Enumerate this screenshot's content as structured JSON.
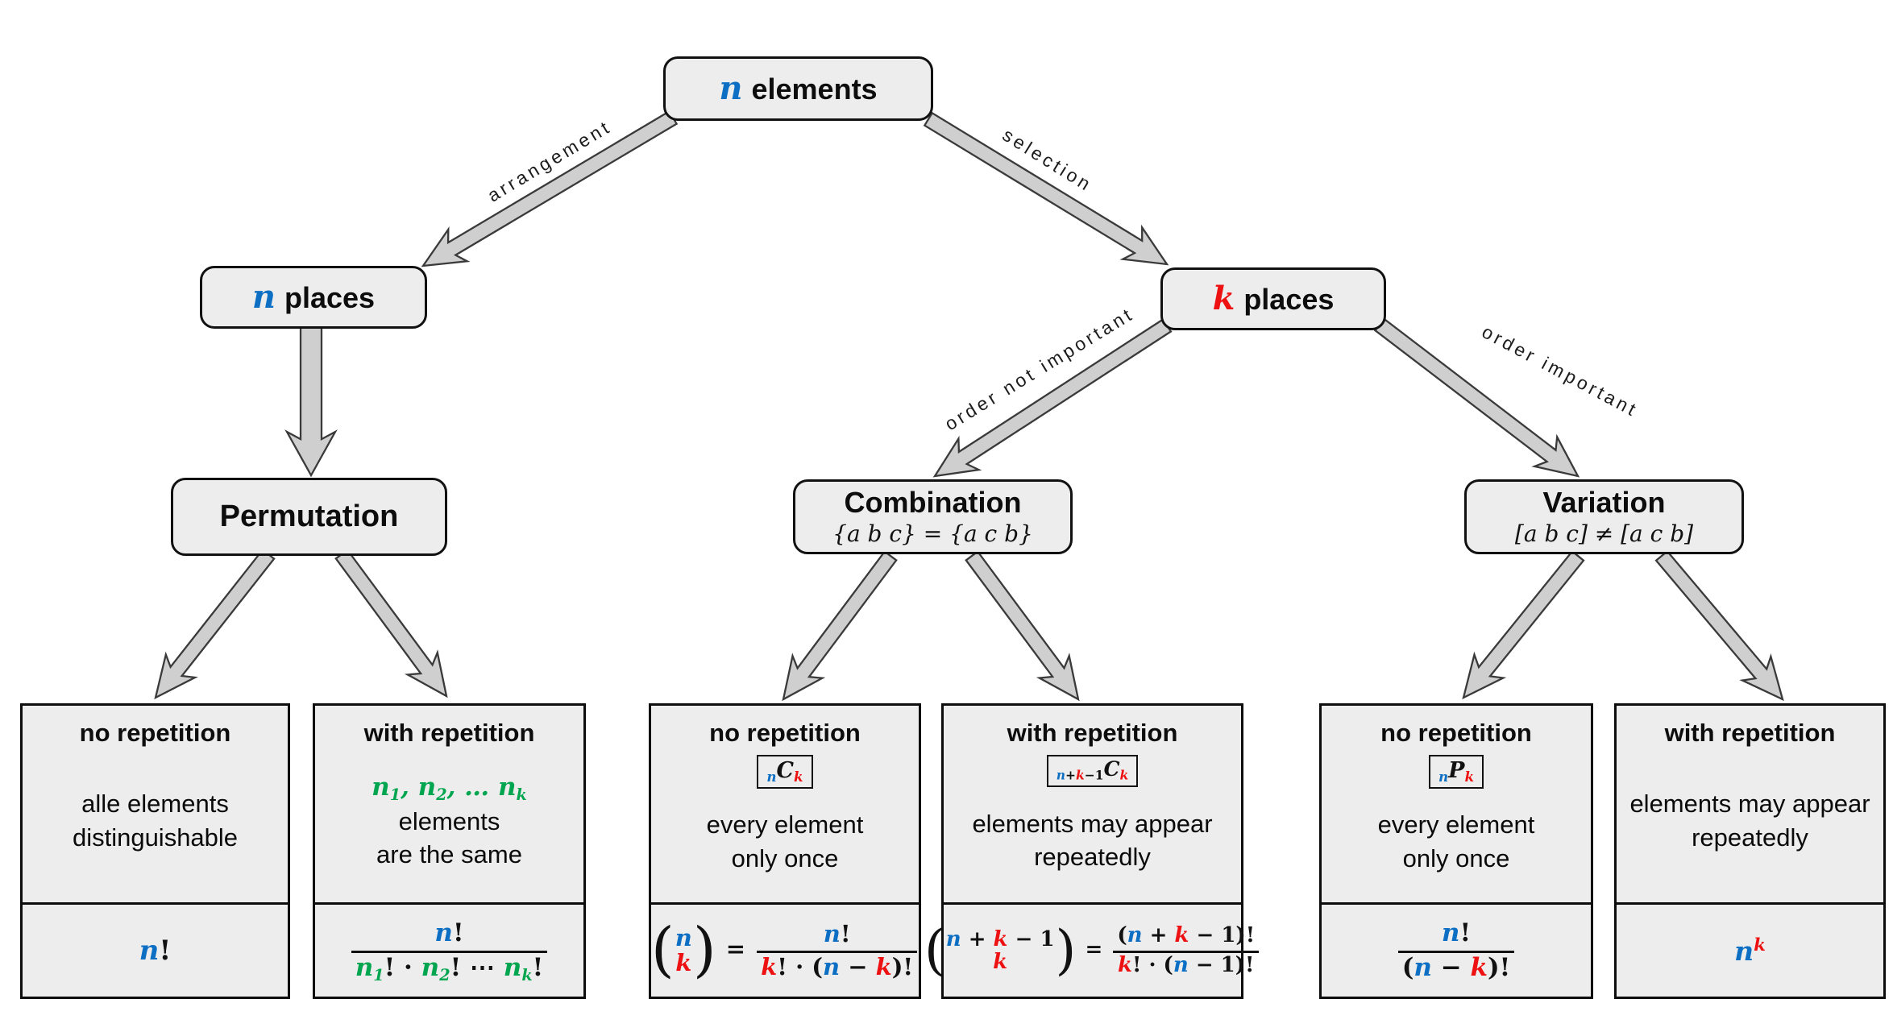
{
  "colors": {
    "blue": "#0d6fc4",
    "red": "#ee1111",
    "green": "#00a550",
    "box_fill": "#ededed",
    "arrow_fill": "#cfcfcf",
    "arrow_stroke": "#3a3a3a"
  },
  "nodes": {
    "root": {
      "var": "n",
      "label": "elements"
    },
    "n_places": {
      "var": "n",
      "label": "places"
    },
    "k_places": {
      "var": "k",
      "label": "places"
    },
    "permutation": {
      "title": "Permutation"
    },
    "combination": {
      "title": "Combination",
      "subtitle": "{a b c} = {a c b}"
    },
    "variation": {
      "title": "Variation",
      "subtitle": "[a b c] ≠ [a c b]"
    }
  },
  "edges": {
    "arrangement": "arrangement",
    "selection": "selection",
    "order_not_important": "order not important",
    "order_important": "order important"
  },
  "leaves": [
    {
      "header": "no repetition",
      "desc1": "alle elements",
      "desc2": "distinguishable",
      "formula": {
        "row": [
          {
            "s": "n",
            "c": "n"
          },
          {
            "s": "!"
          }
        ]
      }
    },
    {
      "header": "with repetition",
      "desc_math": [
        {
          "s": "n",
          "c": "g"
        },
        {
          "s": "1",
          "c": "g",
          "sub": 1
        },
        {
          "s": ", ",
          "c": "g"
        },
        {
          "s": "n",
          "c": "g"
        },
        {
          "s": "2",
          "c": "g",
          "sub": 1
        },
        {
          "s": ", … ",
          "c": "g"
        },
        {
          "s": "n",
          "c": "g"
        },
        {
          "s": "k",
          "c": "g",
          "sub": 1
        }
      ],
      "desc_tail": " elements",
      "desc2": "are the same",
      "formula": {
        "frac": {
          "num": [
            {
              "s": "n",
              "c": "n"
            },
            {
              "s": "!"
            }
          ],
          "den": [
            {
              "s": "n",
              "c": "g"
            },
            {
              "s": "1",
              "c": "g",
              "sub": 1
            },
            {
              "s": "! · "
            },
            {
              "s": "n",
              "c": "g"
            },
            {
              "s": "2",
              "c": "g",
              "sub": 1
            },
            {
              "s": "! ⋯ "
            },
            {
              "s": "n",
              "c": "g"
            },
            {
              "s": "k",
              "c": "g",
              "sub": 1
            },
            {
              "s": "!"
            }
          ]
        }
      }
    },
    {
      "header": "no repetition",
      "symbol": {
        "row": [
          {
            "s": "n",
            "c": "n",
            "sub": 1
          },
          {
            "s": "C",
            "c": "b"
          },
          {
            "s": "k",
            "c": "k",
            "sub": 1
          }
        ]
      },
      "desc1": "every element",
      "desc2": "only once",
      "formula": {
        "row": [
          {
            "binom": {
              "top": [
                {
                  "s": "n",
                  "c": "n"
                }
              ],
              "bot": [
                {
                  "s": "k",
                  "c": "k"
                }
              ]
            }
          },
          {
            "s": " = "
          },
          {
            "frac": {
              "num": [
                {
                  "s": "n",
                  "c": "n"
                },
                {
                  "s": "!"
                }
              ],
              "den": [
                {
                  "s": "k",
                  "c": "k"
                },
                {
                  "s": "! · ("
                },
                {
                  "s": "n",
                  "c": "n"
                },
                {
                  "s": " − "
                },
                {
                  "s": "k",
                  "c": "k"
                },
                {
                  "s": ")!"
                }
              ]
            }
          }
        ]
      }
    },
    {
      "header": "with repetition",
      "symbol": {
        "row": [
          {
            "s": "n",
            "c": "n",
            "sub": 1
          },
          {
            "s": "+",
            "sub": 1
          },
          {
            "s": "k",
            "c": "k",
            "sub": 1
          },
          {
            "s": "−1",
            "sub": 1
          },
          {
            "s": "C",
            "c": "b"
          },
          {
            "s": "k",
            "c": "k",
            "sub": 1
          }
        ]
      },
      "desc1": "elements may appear",
      "desc2": "repeatedly",
      "formula": {
        "row": [
          {
            "binom": {
              "top": [
                {
                  "s": "n",
                  "c": "n"
                },
                {
                  "s": " + "
                },
                {
                  "s": "k",
                  "c": "k"
                },
                {
                  "s": " − 1"
                }
              ],
              "bot": [
                {
                  "s": "k",
                  "c": "k"
                }
              ]
            }
          },
          {
            "s": " = "
          },
          {
            "frac": {
              "num": [
                {
                  "s": "("
                },
                {
                  "s": "n",
                  "c": "n"
                },
                {
                  "s": " + "
                },
                {
                  "s": "k",
                  "c": "k"
                },
                {
                  "s": " − 1)!"
                }
              ],
              "den": [
                {
                  "s": "k",
                  "c": "k"
                },
                {
                  "s": "! · ("
                },
                {
                  "s": "n",
                  "c": "n"
                },
                {
                  "s": " − 1)!"
                }
              ]
            }
          }
        ]
      }
    },
    {
      "header": "no repetition",
      "symbol": {
        "row": [
          {
            "s": "n",
            "c": "n",
            "sub": 1
          },
          {
            "s": "P",
            "c": "b"
          },
          {
            "s": "k",
            "c": "k",
            "sub": 1
          }
        ]
      },
      "desc1": "every element",
      "desc2": "only once",
      "formula": {
        "frac": {
          "num": [
            {
              "s": "n",
              "c": "n"
            },
            {
              "s": "!"
            }
          ],
          "den": [
            {
              "s": "("
            },
            {
              "s": "n",
              "c": "n"
            },
            {
              "s": " − "
            },
            {
              "s": "k",
              "c": "k"
            },
            {
              "s": ")!"
            }
          ]
        }
      }
    },
    {
      "header": "with repetition",
      "desc1": "elements may appear",
      "desc2": "repeatedly",
      "formula": {
        "row": [
          {
            "s": "n",
            "c": "n"
          },
          {
            "s": "k",
            "c": "k",
            "sup": 1
          }
        ]
      }
    }
  ]
}
